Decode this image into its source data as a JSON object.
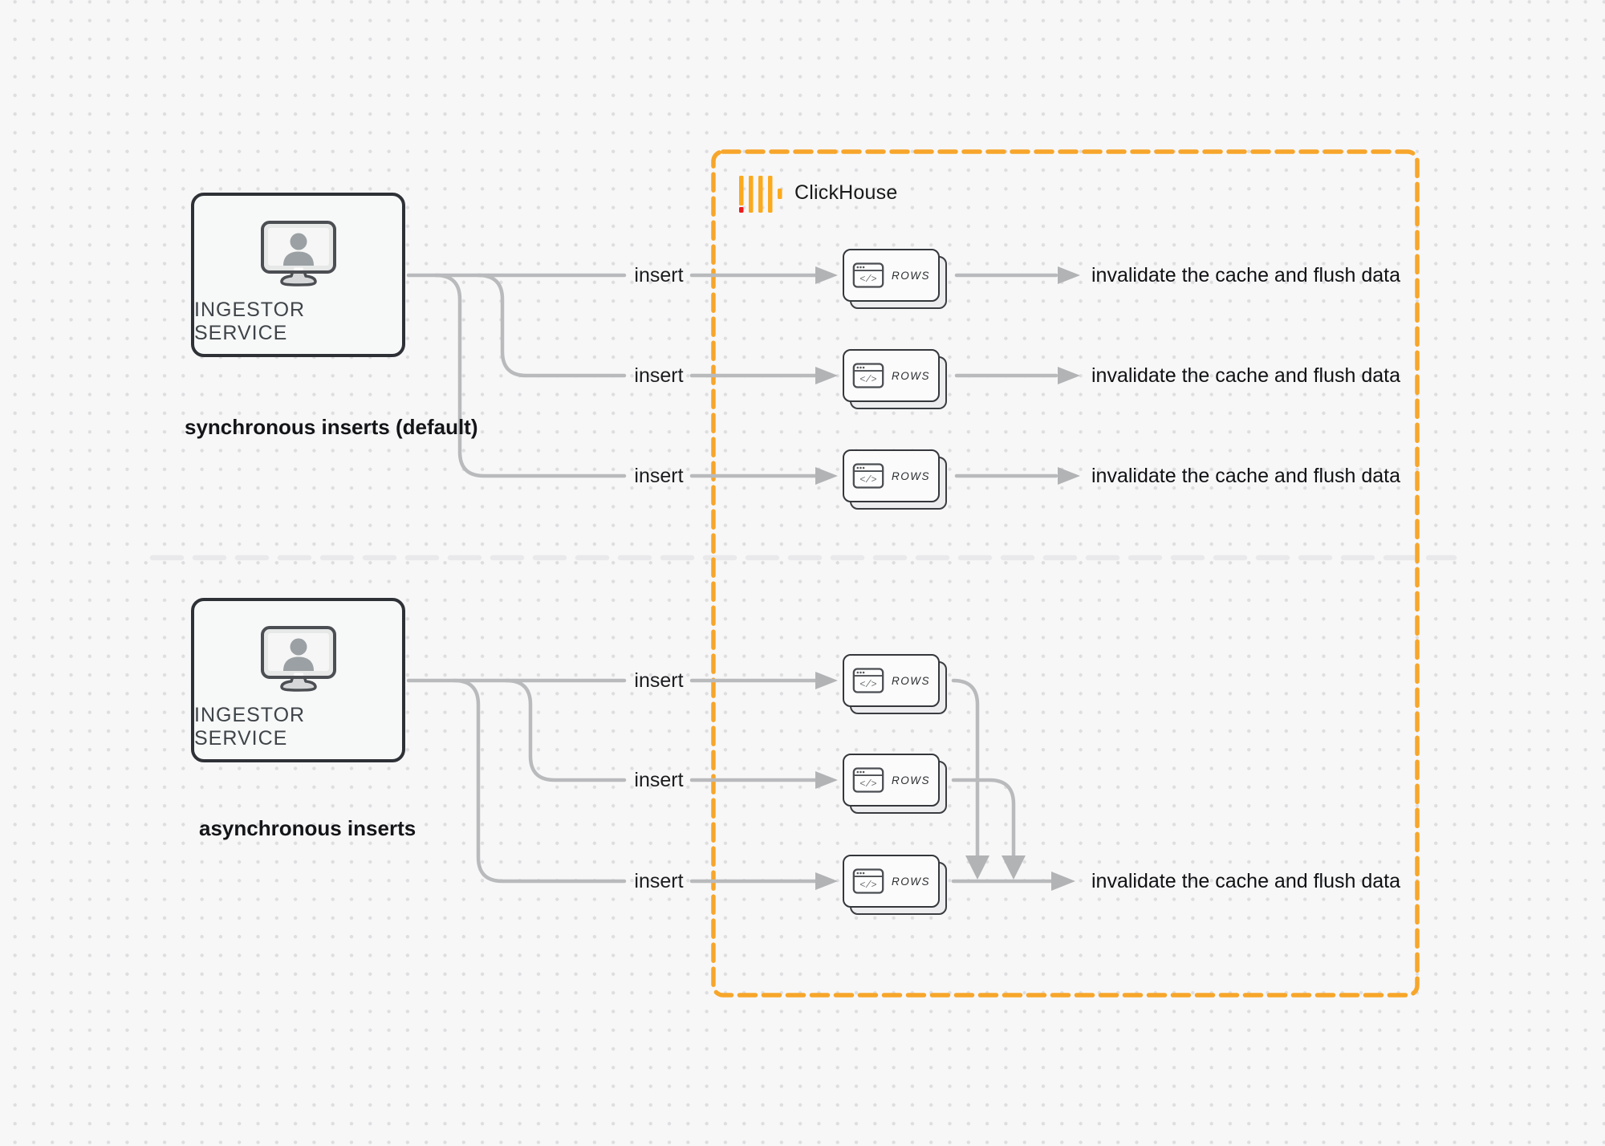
{
  "canvas": {
    "background_color": "#f7f7f8",
    "dot_color": "#dedee0",
    "connector_color": "#b9babc",
    "divider_color": "#e9e9eb"
  },
  "clickhouse": {
    "label": "ClickHouse",
    "border_color": "#f7a62b",
    "logo_bar_color": "#fbaa1e",
    "logo_accent_color": "#ee1b1b"
  },
  "sections": [
    {
      "id": "synchronous",
      "ingestor_label": "INGESTOR SERVICE",
      "caption": "synchronous inserts (default)",
      "rows": [
        {
          "insert_label": "insert",
          "card_label": "ROWS",
          "result_label": "invalidate the cache and flush data"
        },
        {
          "insert_label": "insert",
          "card_label": "ROWS",
          "result_label": "invalidate the cache and flush data"
        },
        {
          "insert_label": "insert",
          "card_label": "ROWS",
          "result_label": "invalidate the cache and flush data"
        }
      ]
    },
    {
      "id": "asynchronous",
      "ingestor_label": "INGESTOR SERVICE",
      "caption": "asynchronous inserts",
      "rows": [
        {
          "insert_label": "insert",
          "card_label": "ROWS"
        },
        {
          "insert_label": "insert",
          "card_label": "ROWS"
        },
        {
          "insert_label": "insert",
          "card_label": "ROWS"
        }
      ],
      "merged_result_label": "invalidate the cache and flush data"
    }
  ]
}
